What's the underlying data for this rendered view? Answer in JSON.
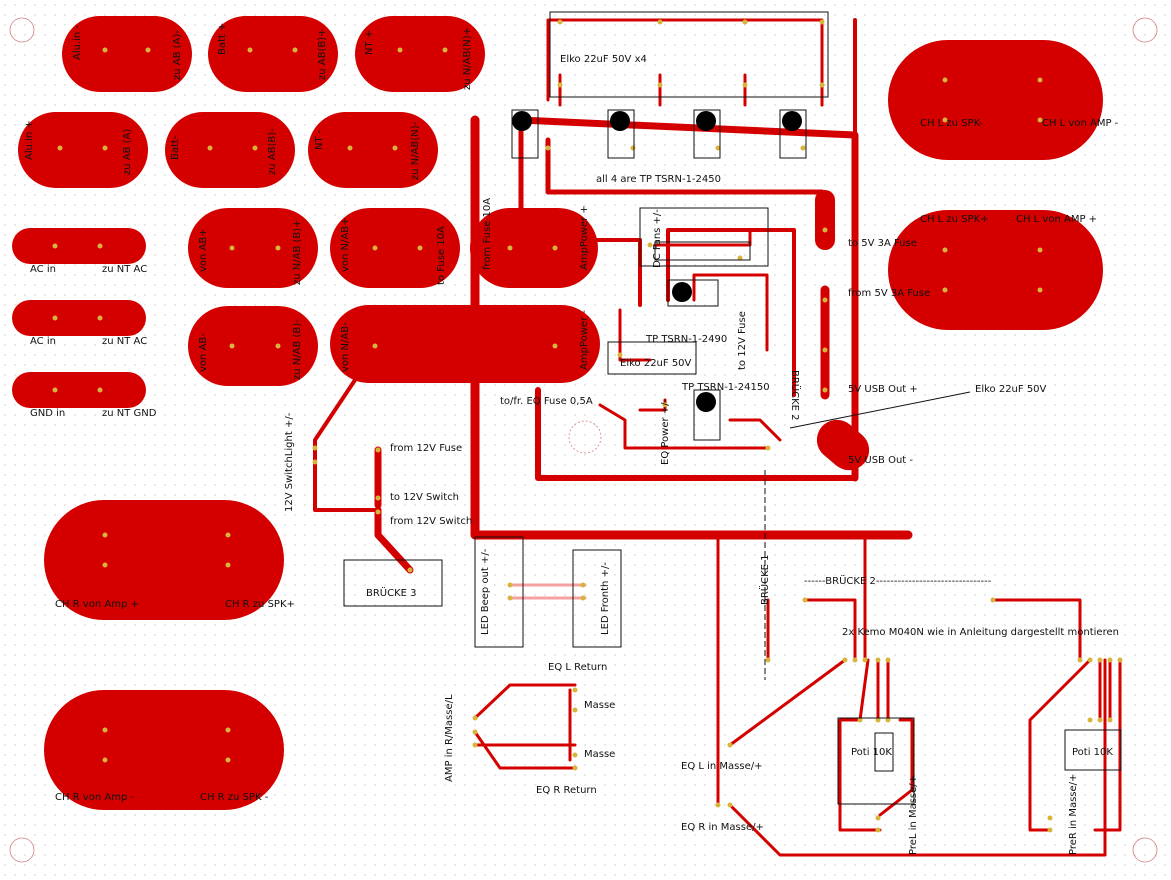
{
  "labels": {
    "alu_in_minus": "Alu.in -",
    "zu_ab_a_minus": "zu AB (A)-",
    "batt_plus": "Batt +",
    "zu_ab_b_plus": "zu AB(B)+",
    "nt_plus": "NT +",
    "zu_nab_b_plus": "zu N/AB(N)+",
    "alu_in_plus": "Alu.in +",
    "zu_ab_a_plus": "zu AB (A)",
    "batt_minus": "Batt-",
    "zu_ab_b_minus": "zu AB(B)-",
    "nt_minus": "NT -",
    "zu_nab_n_minus": "zu N/AB(N)-",
    "von_ab_plus": "von AB+",
    "zu_nab_b_plus2": "zu N/AB (B)+",
    "von_nab_plus": "von N/AB+",
    "to_fuse_10a": "to Fuse 10A",
    "from_fuse_10a": "from Fuse 10A",
    "amppower_plus": "AmpPower +",
    "von_ab_minus": "von AB-",
    "zu_nab_b_minus": "zu N/AB (B)-",
    "von_nab_minus": "von N/AB-",
    "amppower_minus": "AmpPower -",
    "ac_in_1": "AC in",
    "zu_nt_ac_1": "zu NT AC",
    "ac_in_2": "AC in",
    "zu_nt_ac_2": "zu NT AC",
    "gnd_in": "GND in",
    "zu_nt_gnd": "zu NT GND",
    "elko_x4": "Elko 22uF 50V     x4",
    "all_4_tsrn": "all 4 are TP TSRN-1-2450",
    "dc_fans": "DC Fans +/-",
    "to_5v_fuse": "to 5V 3A Fuse",
    "from_5v_fuse": "from 5V 3A Fuse",
    "tp_tsrn_2490": "TP TSRN-1-2490",
    "to_12v_fuse": "to 12V Fuse",
    "bruecke_2v": "BRÜCKE 2",
    "elko_22uf_a": "Elko 22uF 50V",
    "tp_tsrn_24150": "TP TSRN-1-24150",
    "usb_out_plus": "5V USB Out +",
    "elko_22uf_b": "Elko 22uF 50V",
    "usb_out_minus": "5V USB Out -",
    "eq_fuse": "to/fr. EQ Fuse 0,5A",
    "eq_power": "EQ Power +/-",
    "ch_l_zu_spk_minus": "CH L zu SPK-",
    "ch_l_von_amp_minus": "CH L von AMP -",
    "ch_l_zu_spk_plus": "CH L zu SPK+",
    "ch_l_von_amp_plus": "CH L von AMP +",
    "switchlight": "12V SwitchLight +/-",
    "from_12v_fuse": "from 12V Fuse",
    "to_12v_switch": "to 12V Switch",
    "from_12v_switch": "from 12V Switch",
    "bruecke_3": "BRÜCKE 3",
    "ch_r_von_amp_plus": "CH R von Amp +",
    "ch_r_zu_spk_plus": "CH R zu SPK+",
    "ch_r_von_amp_minus": "CH R von Amp -",
    "ch_r_zu_spk_minus": "CH R zu SPK -",
    "led_beep": "LED Beep out +/-",
    "led_fronth": "LED Fronth +/-",
    "bruecke_1": "BRÜCKE 1",
    "bruecke_2": "------BRÜCKE 2--------------------------------",
    "kemo_note": "2x Kemo M040N wie in Anleitung dargestellt montieren",
    "eq_l_return": "EQ L Return",
    "masse_1": "Masse",
    "masse_2": "Masse",
    "amp_in": "AMP in R/Masse/L",
    "eq_r_return": "EQ R Return",
    "eq_l_in": "EQ L in Masse/+",
    "eq_r_in": "EQ R in Masse/+",
    "poti_1": "Poti 10K",
    "poti_2": "Poti 10K",
    "pre_l_in": "PreL in Masse/+",
    "pre_r_in": "PreR in Masse/+"
  },
  "colors": {
    "copper": "#d40000",
    "pin": "#d9b43a",
    "via": "#000000",
    "outline": "#111111",
    "grid_dot": "#c8c8c8"
  }
}
